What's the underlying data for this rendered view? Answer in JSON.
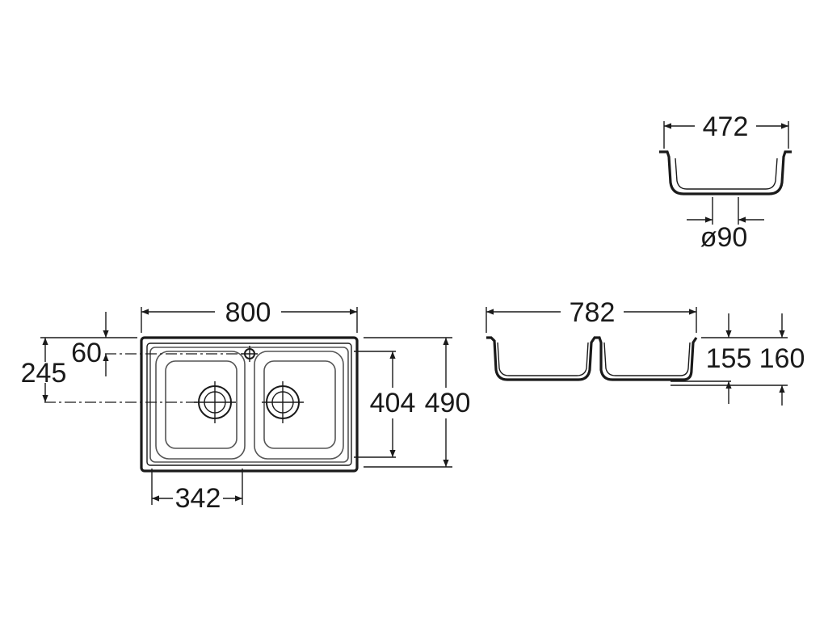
{
  "colors": {
    "line": "#1a1a1a",
    "background": "#ffffff"
  },
  "top_view": {
    "width_label": "800",
    "depth_label": "490",
    "bowl_depth_label": "404",
    "bowl_width_label": "342",
    "drain_offset_label": "245",
    "tap_hole_offset_label": "60"
  },
  "side_view": {
    "width_label": "782",
    "bowl_depth_label": "155",
    "total_depth_label": "160"
  },
  "end_view": {
    "width_label": "472",
    "drain_diameter_label": "ø90"
  }
}
